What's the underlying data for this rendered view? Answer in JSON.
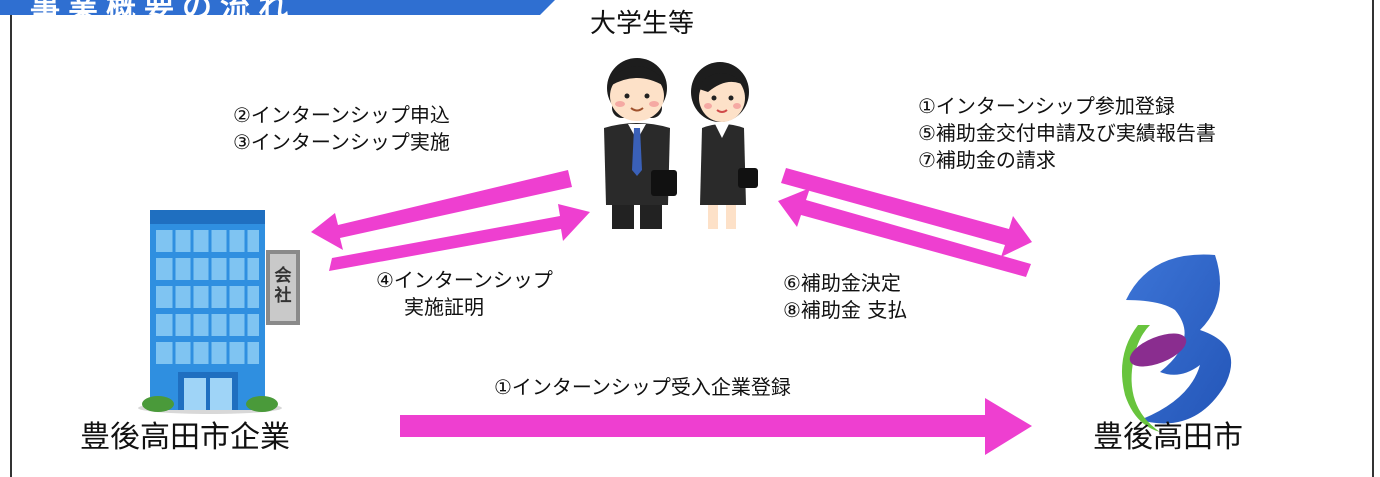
{
  "header": {
    "title_partial": "事業概要の流れ",
    "tab_color": "#2f6fd1"
  },
  "nodes": {
    "students": {
      "label": "大学生等"
    },
    "company": {
      "label": "豊後高田市企業"
    },
    "city": {
      "label": "豊後高田市"
    }
  },
  "flows": {
    "student_to_company": {
      "lines": [
        "②インターンシップ申込",
        "③インターンシップ実施"
      ]
    },
    "company_to_student": {
      "lines": [
        "④インターンシップ",
        "実施証明"
      ]
    },
    "student_to_city": {
      "lines": [
        "①インターンシップ参加登録",
        "⑤補助金交付申請及び実績報告書",
        "⑦補助金の請求"
      ]
    },
    "city_to_student": {
      "lines": [
        "⑥補助金決定",
        "⑧補助金 支払"
      ]
    },
    "company_to_city": {
      "lines": [
        "①インターンシップ受入企業登録"
      ]
    }
  },
  "icons": {
    "building": "company-building-icon",
    "sign_text": [
      "会",
      "社"
    ],
    "students": "students-icon",
    "city_logo": "city-logo-icon"
  },
  "colors": {
    "arrow": "#ee3fd0",
    "building_blue": "#2f8fe0",
    "building_glass": "#7fc4f2",
    "logo_blue": "#2f6fd1",
    "logo_green": "#68c43d",
    "logo_purple": "#8a2d8f"
  }
}
